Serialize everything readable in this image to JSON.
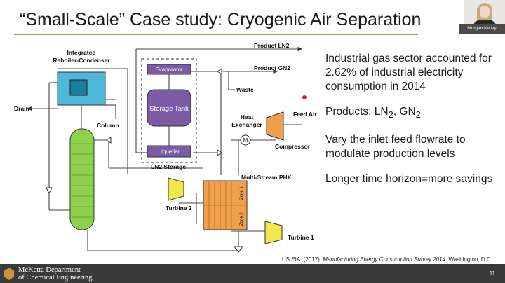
{
  "slide": {
    "title": "“Small-Scale” Case study: Cryogenic Air Separation",
    "page_number": "11"
  },
  "video": {
    "participant_name": "Morgan Kelley"
  },
  "bullets": [
    "Industrial gas sector accounted for 2.62% of industrial electricity consumption in 2014",
    "Products: LN2, GN2",
    "Vary the inlet feed flowrate to modulate production levels",
    "Longer time horizon=more savings"
  ],
  "citation": {
    "prefix": "US EIA. (2017). ",
    "title": "Manufacturing Energy Consumption Survey 2014",
    "suffix": ". Washington, D.C."
  },
  "footer": {
    "dept_line1": "McKetta Department",
    "dept_line2": "of Chemical Engineering"
  },
  "diagram": {
    "reboiler_label_1": "Integrated",
    "reboiler_label_2": "Reboiler-Condenser",
    "drain": "Drain",
    "column": "Column",
    "evaporator": "Evaporator",
    "storage_tank": "Storage Tank",
    "liquefier": "Liquefier",
    "ln2_storage": "LN2 Storage",
    "product_ln2": "Product LN2",
    "product_gn2": "Product GN2",
    "waste": "Waste",
    "heat_exchanger_1": "Heat",
    "heat_exchanger_2": "Exchanger",
    "feed_air": "Feed Air",
    "compressor": "Compressor",
    "mixer": "M",
    "multi_stream_phx": "Multi-Stream PHX",
    "zone_1": "Zone 1",
    "zone_2": "Zone 2",
    "turbine_2": "Turbine 2",
    "turbine_1": "Turbine 1"
  },
  "colors": {
    "accent_gold": "#c8963e",
    "reboiler": "#4fb7d8",
    "column": "#8fd14f",
    "storage": "#7b5aa6",
    "phx": "#f0a04b",
    "turbine": "#f2e84a",
    "compressor": "#f0a04b"
  }
}
